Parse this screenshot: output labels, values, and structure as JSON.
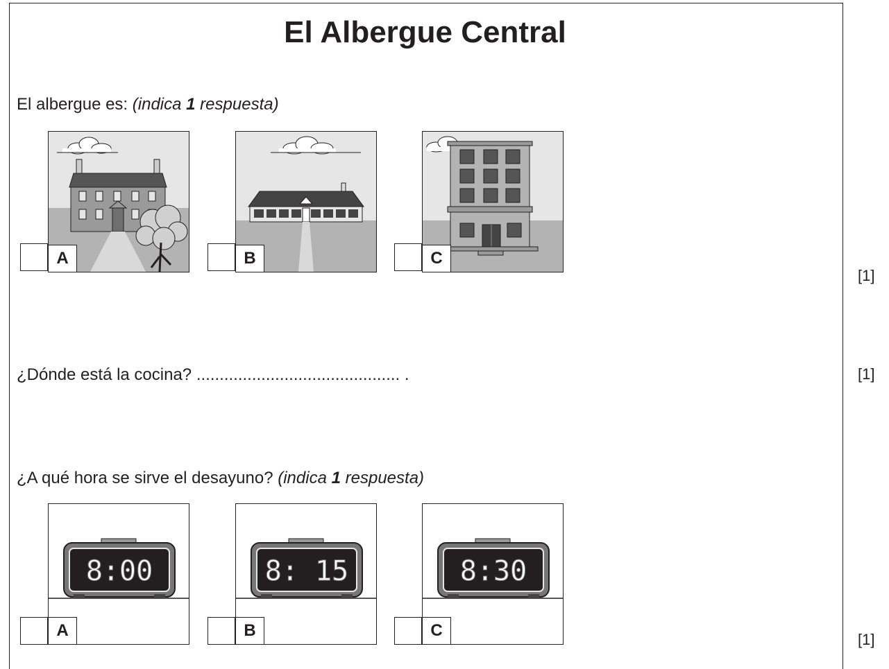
{
  "title": "El Albergue Central",
  "q1": {
    "prompt": "El albergue es: ",
    "instruction_pre": "(indica ",
    "instruction_num": "1",
    "instruction_post": " respuesta)",
    "marks": "[1]",
    "options": [
      {
        "letter": "A"
      },
      {
        "letter": "B"
      },
      {
        "letter": "C"
      }
    ]
  },
  "q2": {
    "prompt": "¿Dónde está la cocina? ............................................ .",
    "marks": "[1]"
  },
  "q3": {
    "prompt": "¿A qué hora se sirve el desayuno? ",
    "instruction_pre": "(indica ",
    "instruction_num": "1",
    "instruction_post": " respuesta)",
    "marks": "[1]",
    "options": [
      {
        "letter": "A",
        "time": "8:00"
      },
      {
        "letter": "B",
        "time": "8: 15"
      },
      {
        "letter": "C",
        "time": "8:30"
      }
    ]
  },
  "icons": [
    "country-house-icon",
    "long-building-icon",
    "apartment-block-icon",
    "alarm-clock-icon"
  ],
  "colors": {
    "text": "#231f20",
    "sky": "#e6e6e6",
    "ground": "#b3b3b3"
  }
}
